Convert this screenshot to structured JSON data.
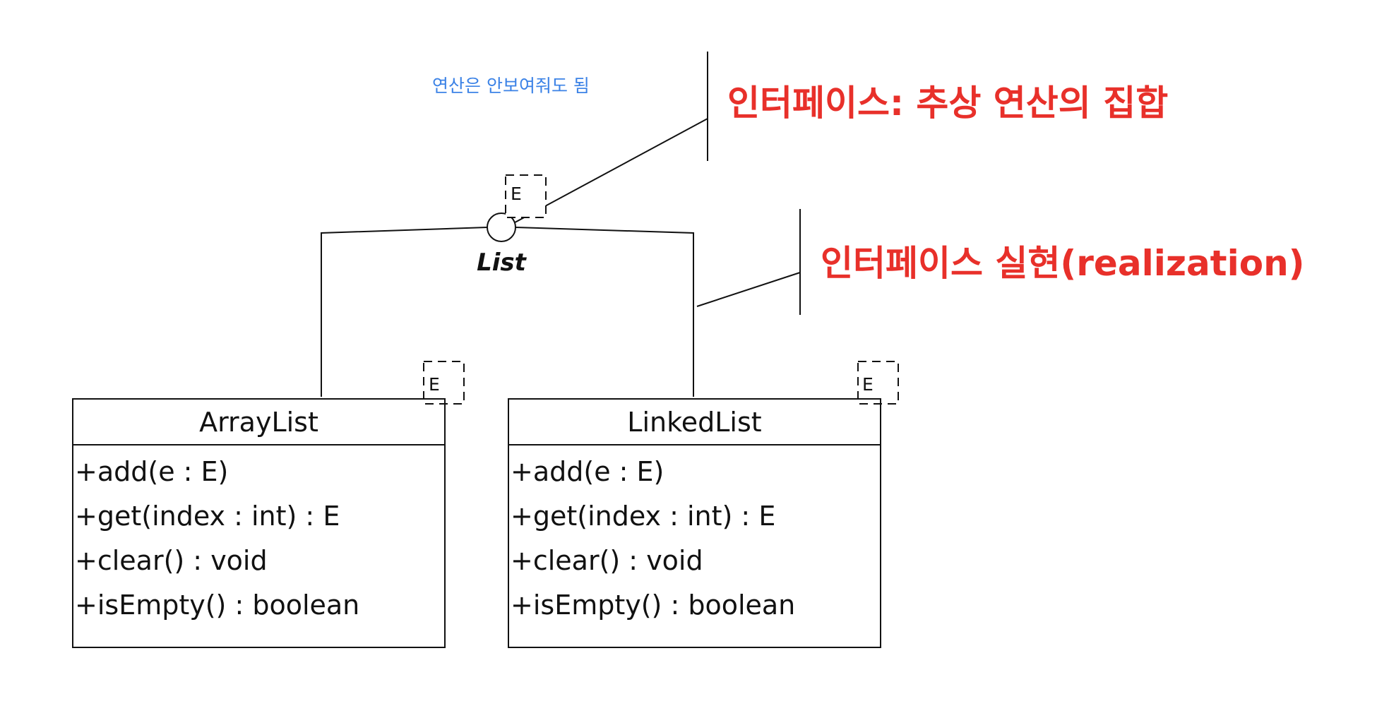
{
  "annotations": {
    "blue_note": "연산은 안보여줘도 됨",
    "interface_note": "인터페이스: 추상 연산의 집합",
    "realization_note": "인터페이스 실현(realization)"
  },
  "interface": {
    "name": "List",
    "type_param": "E"
  },
  "classes": [
    {
      "name": "ArrayList",
      "type_param": "E",
      "operations": [
        "+add(e : E)",
        "+get(index : int) : E",
        "+clear() : void",
        "+isEmpty() : boolean"
      ]
    },
    {
      "name": "LinkedList",
      "type_param": "E",
      "operations": [
        "+add(e : E)",
        "+get(index : int) : E",
        "+clear() : void",
        "+isEmpty() : boolean"
      ]
    }
  ],
  "colors": {
    "red_note": "#e8302a",
    "blue_note": "#3b82e6",
    "line": "#111111"
  }
}
